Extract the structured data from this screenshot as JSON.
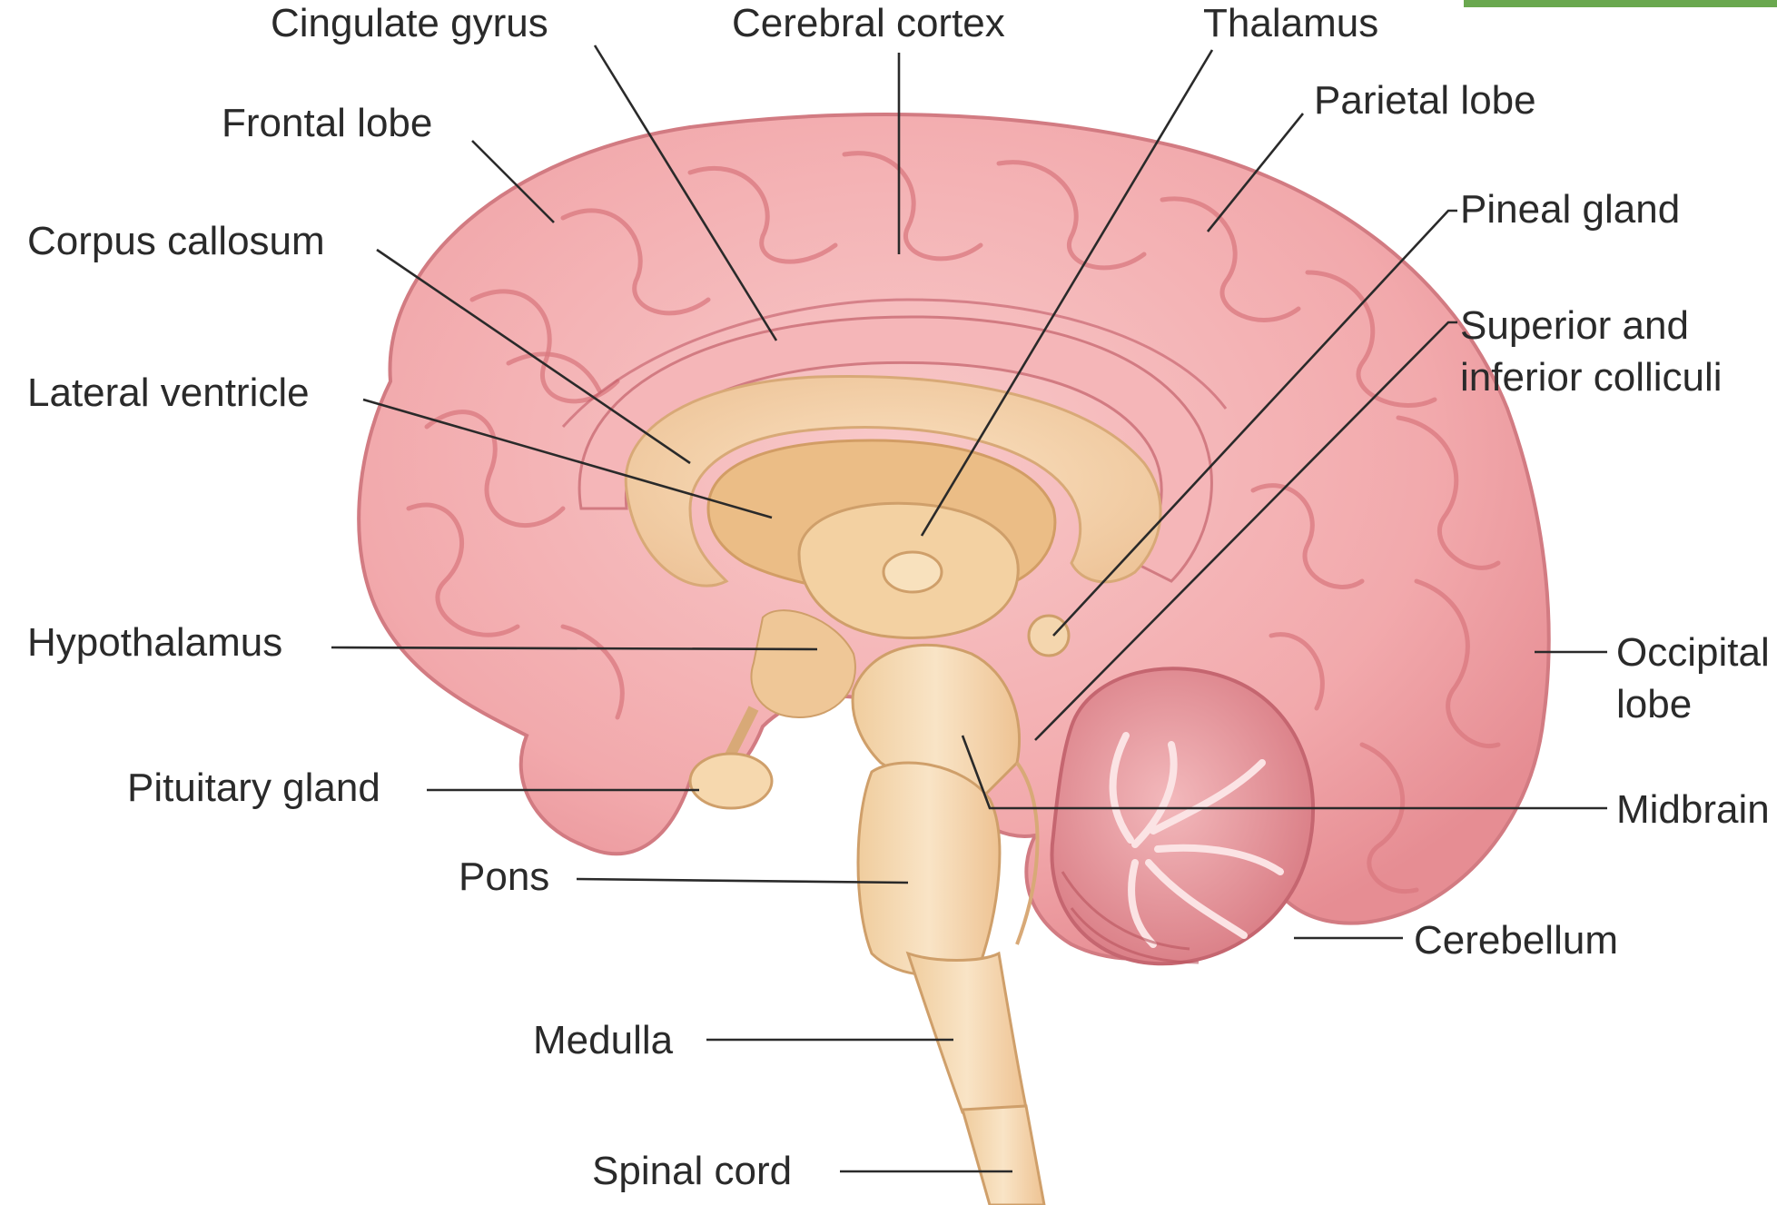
{
  "diagram": {
    "labels": {
      "cingulate_gyrus": "Cingulate gyrus",
      "cerebral_cortex": "Cerebral cortex",
      "thalamus": "Thalamus",
      "parietal_lobe": "Parietal lobe",
      "frontal_lobe": "Frontal lobe",
      "corpus_callosum": "Corpus callosum",
      "pineal_gland": "Pineal gland",
      "colliculi_line1": "Superior and",
      "colliculi_line2": "inferior colliculi",
      "lateral_ventricle": "Lateral ventricle",
      "hypothalamus": "Hypothalamus",
      "occipital_line1": "Occipital",
      "occipital_line2": "lobe",
      "pituitary_gland": "Pituitary gland",
      "midbrain": "Midbrain",
      "pons": "Pons",
      "cerebellum": "Cerebellum",
      "medulla": "Medulla",
      "spinal_cord": "Spinal cord"
    },
    "colors": {
      "cortex": "#f2a9ac",
      "cortex_highlight": "#f7c4c5",
      "cortex_shadow": "#d9787f",
      "inner_structures": "#f4d2a6",
      "deep_structures": "#ecc08a",
      "brainstem": "#f6dcb6",
      "cerebellum": "#e99aa0",
      "label_text": "#2a2a2a",
      "corner_tab": "#6aa84f"
    }
  }
}
